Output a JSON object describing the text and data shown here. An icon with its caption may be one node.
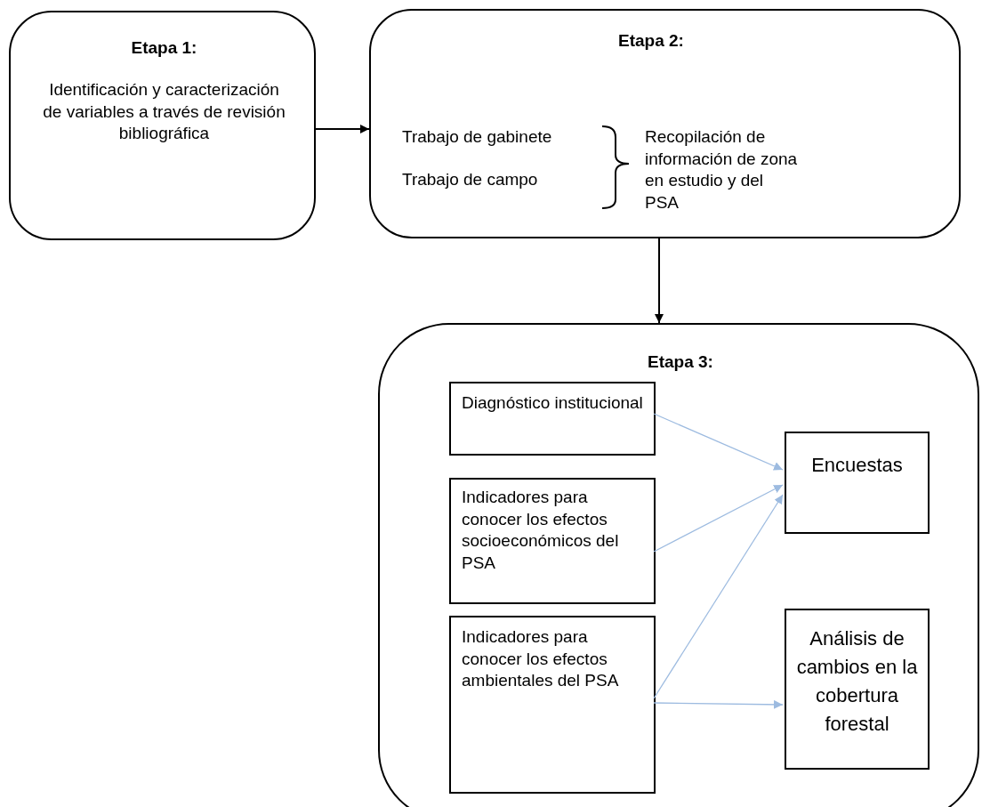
{
  "diagram": {
    "nodes": [
      {
        "text": [
          "Etapa 1:",
          "Identificación y caracterización de variables a través de revisión bibliográfica"
        ]
      },
      {
        "text": [
          "Etapa 2:",
          "Trabajo de gabinete",
          "Trabajo de campo",
          "Recopilación de información de zona en estudio y del PSA"
        ]
      },
      {
        "text": [
          "Etapa 3:"
        ]
      },
      {
        "text": [
          "Diagnóstico institucional"
        ],
        "in": 2
      },
      {
        "text": [
          "Indicadores para conocer los efectos socioeconómicos del PSA"
        ],
        "in": 2
      },
      {
        "text": [
          "Indicadores para conocer los efectos ambientales del PSA"
        ],
        "in": 2
      },
      {
        "text": [
          "Encuestas"
        ],
        "in": 2
      },
      {
        "text": [
          "Análisis de cambios en la cobertura forestal"
        ],
        "in": 2
      }
    ],
    "edges": [
      {
        "from": 0,
        "to": 1,
        "arrow": "to",
        "color": "#000000"
      },
      {
        "from": 1,
        "to": 2,
        "arrow": "to",
        "color": "#000000"
      },
      {
        "from": 3,
        "to": 6,
        "arrow": "to"
      },
      {
        "from": 4,
        "to": 6,
        "arrow": "to"
      },
      {
        "from": 5,
        "to": 6,
        "arrow": "to"
      },
      {
        "from": 5,
        "to": 7,
        "arrow": "to"
      }
    ]
  }
}
